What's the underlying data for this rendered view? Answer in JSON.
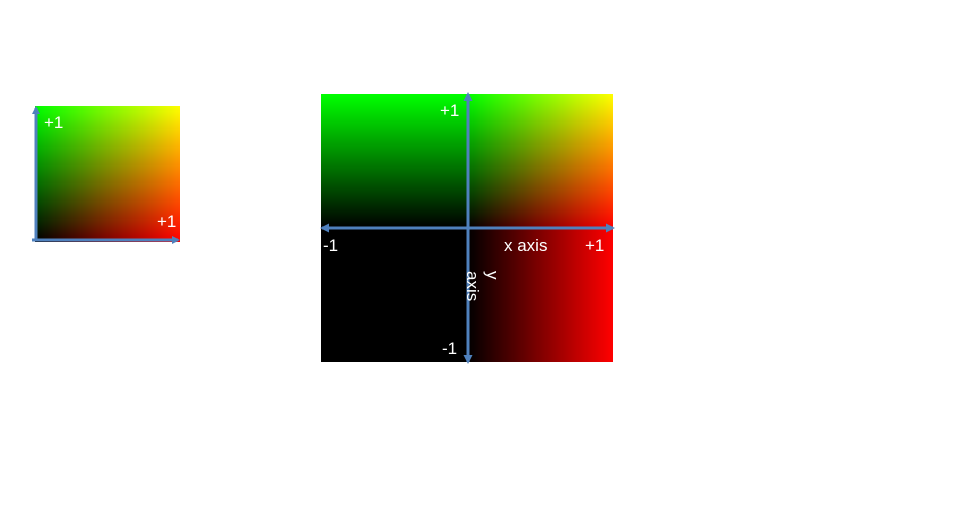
{
  "small_diagram": {
    "y_max_label": "+1",
    "x_max_label": "+1"
  },
  "large_diagram": {
    "y_max_label": "+1",
    "y_min_label": "-1",
    "x_min_label": "-1",
    "x_max_label": "+1",
    "x_axis_label": "x axis",
    "y_axis_label": "y axis"
  },
  "colors": {
    "axis": "#4f81bd",
    "label": "#ffffff",
    "red_channel": "#ff0000",
    "green_channel": "#00ff00",
    "background": "#ffffff"
  }
}
